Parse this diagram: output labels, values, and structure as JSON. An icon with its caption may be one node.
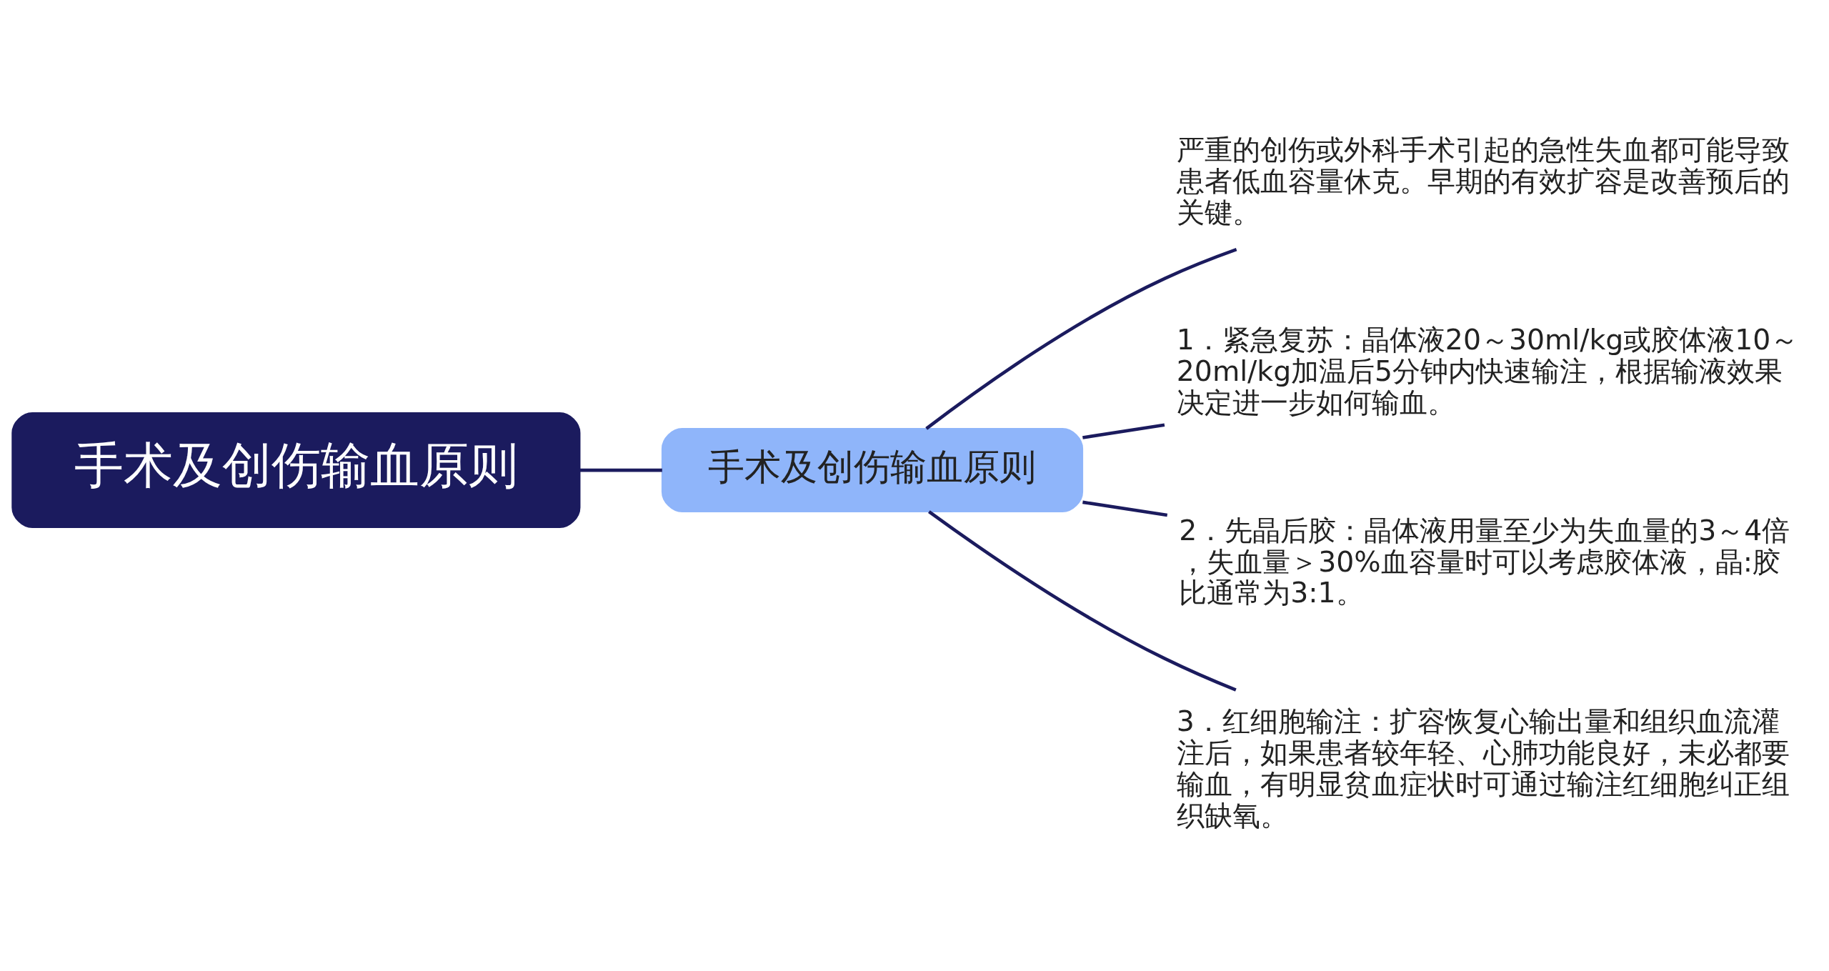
{
  "diagram": {
    "nodes": [
      {
        "text": [
          "手术及创伤输血原则"
        ]
      },
      {
        "text": [
          "手术及创伤输血原则"
        ]
      },
      {
        "text": [
          "严重的创伤或外科手术引起的急性失血都可能导致患者低血容量休克。早期的有效扩容是改善预后的关键。"
        ]
      },
      {
        "text": [
          "1．紧急复苏：晶体液20～30ml/kg或胶体液10～20ml/kg加温后5分钟内快速输注，根据输液效果决定进一步如何输血。"
        ]
      },
      {
        "text": [
          "2．先晶后胶：晶体液用量至少为失血量的3～4倍，失血量＞30%血容量时可以考虑胶体液，晶:胶比通常为3:1。"
        ]
      },
      {
        "text": [
          "3．红细胞输注：扩容恢复心输出量和组织血流灌注后，如果患者较年轻、心肺功能良好，未必都要输血，有明显贫血症状时可通过输注红细胞纠正组织缺氧。"
        ]
      }
    ],
    "edges": [
      {
        "from": 0,
        "to": 1,
        "arrow": "none"
      },
      {
        "from": 1,
        "to": 2,
        "arrow": "none"
      },
      {
        "from": 1,
        "to": 3,
        "arrow": "none"
      },
      {
        "from": 1,
        "to": 4,
        "arrow": "none"
      },
      {
        "from": 1,
        "to": 5,
        "arrow": "none"
      }
    ]
  }
}
